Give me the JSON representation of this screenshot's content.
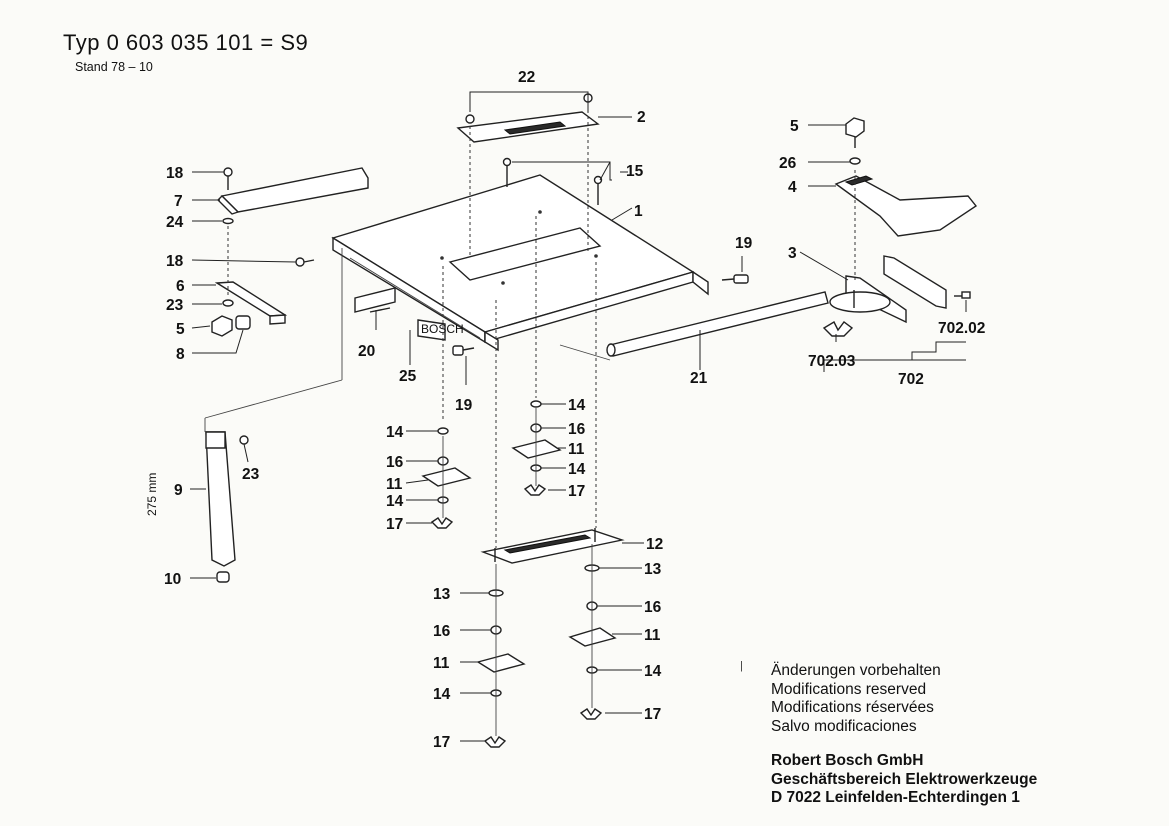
{
  "header": {
    "title": "Typ 0 603 035 101 = S9",
    "stand": "Stand  78 – 10"
  },
  "notes": [
    "Änderungen vorbehalten",
    "Modifications reserved",
    "Modifications réservées",
    "Salvo modificaciones"
  ],
  "company": [
    "Robert Bosch GmbH",
    "Geschäftsbereich Elektrowerkzeuge",
    "D 7022 Leinfelden-Echterdingen 1"
  ],
  "dimension_label": "275 mm",
  "badge_text": "BOSCH",
  "callouts": {
    "c1": "1",
    "c2": "2",
    "c3": "3",
    "c4": "4",
    "c5a": "5",
    "c5b": "5",
    "c6": "6",
    "c7": "7",
    "c8": "8",
    "c9": "9",
    "c10": "10",
    "c11a": "11",
    "c11b": "11",
    "c11c": "11",
    "c11d": "11",
    "c12": "12",
    "c13a": "13",
    "c13b": "13",
    "c14a": "14",
    "c14b": "14",
    "c14c": "14",
    "c14d": "14",
    "c14e": "14",
    "c14f": "14",
    "c15": "15",
    "c16a": "16",
    "c16b": "16",
    "c16c": "16",
    "c16d": "16",
    "c17a": "17",
    "c17b": "17",
    "c17c": "17",
    "c17d": "17",
    "c18a": "18",
    "c18b": "18",
    "c19a": "19",
    "c19b": "19",
    "c20": "20",
    "c21": "21",
    "c22": "22",
    "c23a": "23",
    "c23b": "23",
    "c24": "24",
    "c25": "25",
    "c26": "26",
    "c702": "702",
    "c70202": "702.02",
    "c70203": "702.03"
  }
}
